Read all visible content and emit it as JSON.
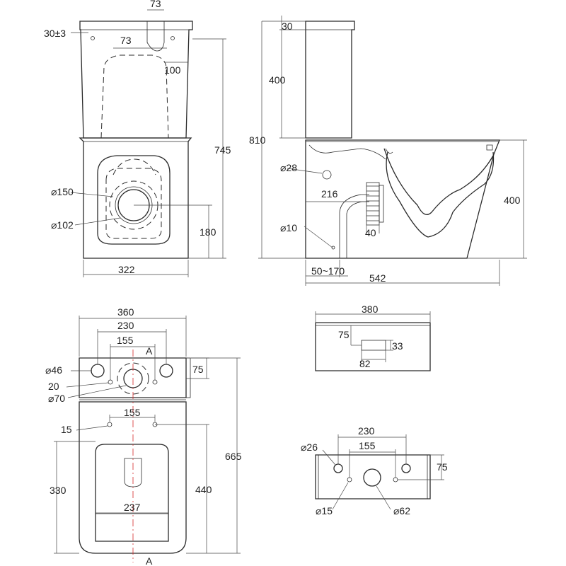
{
  "front_view": {
    "dims": {
      "top_width": "73",
      "lid_offset": "30±3",
      "inner_gap": "73",
      "side_offset": "100",
      "total_height": "745",
      "bowl_outer": "⌀150",
      "bowl_inner": "⌀102",
      "outlet_height": "180",
      "base_width": "322"
    }
  },
  "side_view": {
    "dims": {
      "lid": "30",
      "tank_height": "400",
      "total_height": "810",
      "inlet": "⌀28",
      "pipe_offset": "216",
      "pipe_gap": "40",
      "hole": "⌀10",
      "outlet_range": "50~170",
      "length": "542",
      "bowl_height": "400"
    }
  },
  "top_view": {
    "dims": {
      "width": "360",
      "mount_spacing": "230",
      "inner_spacing": "155",
      "section_mark_top": "A",
      "hole_large": "⌀46",
      "hole_small": "20",
      "tank_depth": "75",
      "outlet": "⌀70",
      "bolt_spacing": "155",
      "bolt": "15",
      "total_length": "665",
      "seat_length": "330",
      "bowl_length": "440",
      "seat_width": "237",
      "section_mark_bottom": "A"
    }
  },
  "lid_view": {
    "dims": {
      "width": "380",
      "offset": "75",
      "button_height": "33",
      "button_width": "82"
    }
  },
  "tank_top_view": {
    "dims": {
      "hole_large": "⌀26",
      "mount_spacing": "230",
      "inner_spacing": "155",
      "depth": "75",
      "hole_small": "⌀15",
      "outlet": "⌀62"
    }
  }
}
